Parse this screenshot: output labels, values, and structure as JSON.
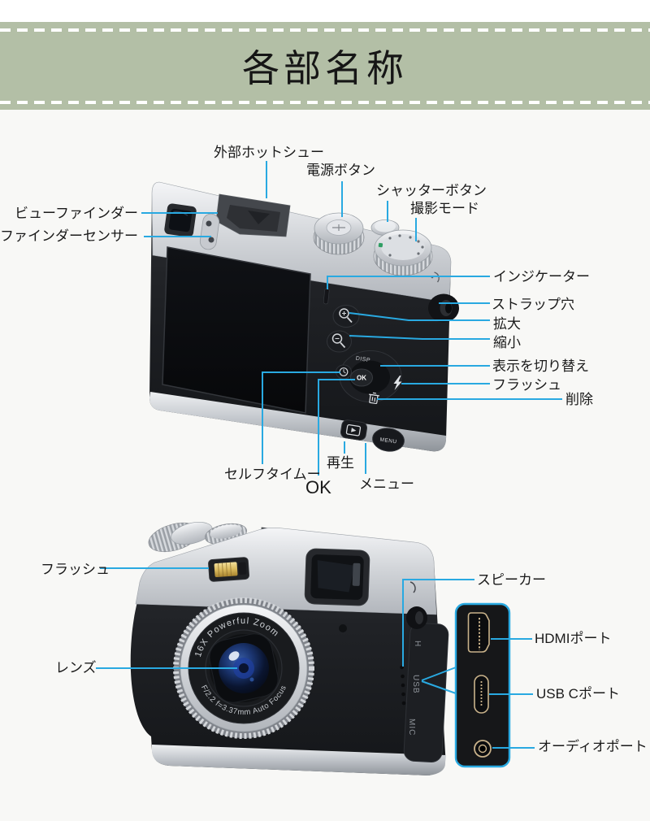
{
  "header": {
    "title": "各部名称"
  },
  "colors": {
    "band_green": "#b3bfa6",
    "leader_line": "#29a9e1",
    "label_text": "#1a1a1a",
    "background": "#f8f8f6",
    "panel_border": "#29a9e1",
    "connector_outline": "#c9b28a",
    "flash_gold": "#d9b95c"
  },
  "back_labels": {
    "hot_shoe": "外部ホットシュー",
    "power_button": "電源ボタン",
    "shutter_button": "シャッターボタン",
    "shooting_mode": "撮影モード",
    "viewfinder": "ビューファインダー",
    "finder_sensor": "ファインダーセンサー",
    "indicator": "インジケーター",
    "strap_hole": "ストラップ穴",
    "zoom_in": "拡大",
    "zoom_out": "縮小",
    "display_toggle": "表示を切り替え",
    "flash": "フラッシュ",
    "delete": "削除",
    "self_timer": "セルフタイムー",
    "playback": "再生",
    "ok": "OK",
    "menu": "メニュー"
  },
  "front_labels": {
    "flash": "フラッシュ",
    "lens": "レンズ",
    "speaker": "スピーカー",
    "hdmi_port": "HDMIポート",
    "usb_c_port": "USB Cポート",
    "audio_port": "オーディオポート"
  },
  "camera_markings": {
    "disp": "DISP",
    "ok": "OK",
    "menu": "MENU",
    "lens_ring_top": "16X Powerful Zoom",
    "lens_ring_bottom": "F/2.2 f=3.37mm Auto Focus",
    "side_hdmi": "H",
    "side_usb": "USB",
    "side_mic": "MIC"
  }
}
